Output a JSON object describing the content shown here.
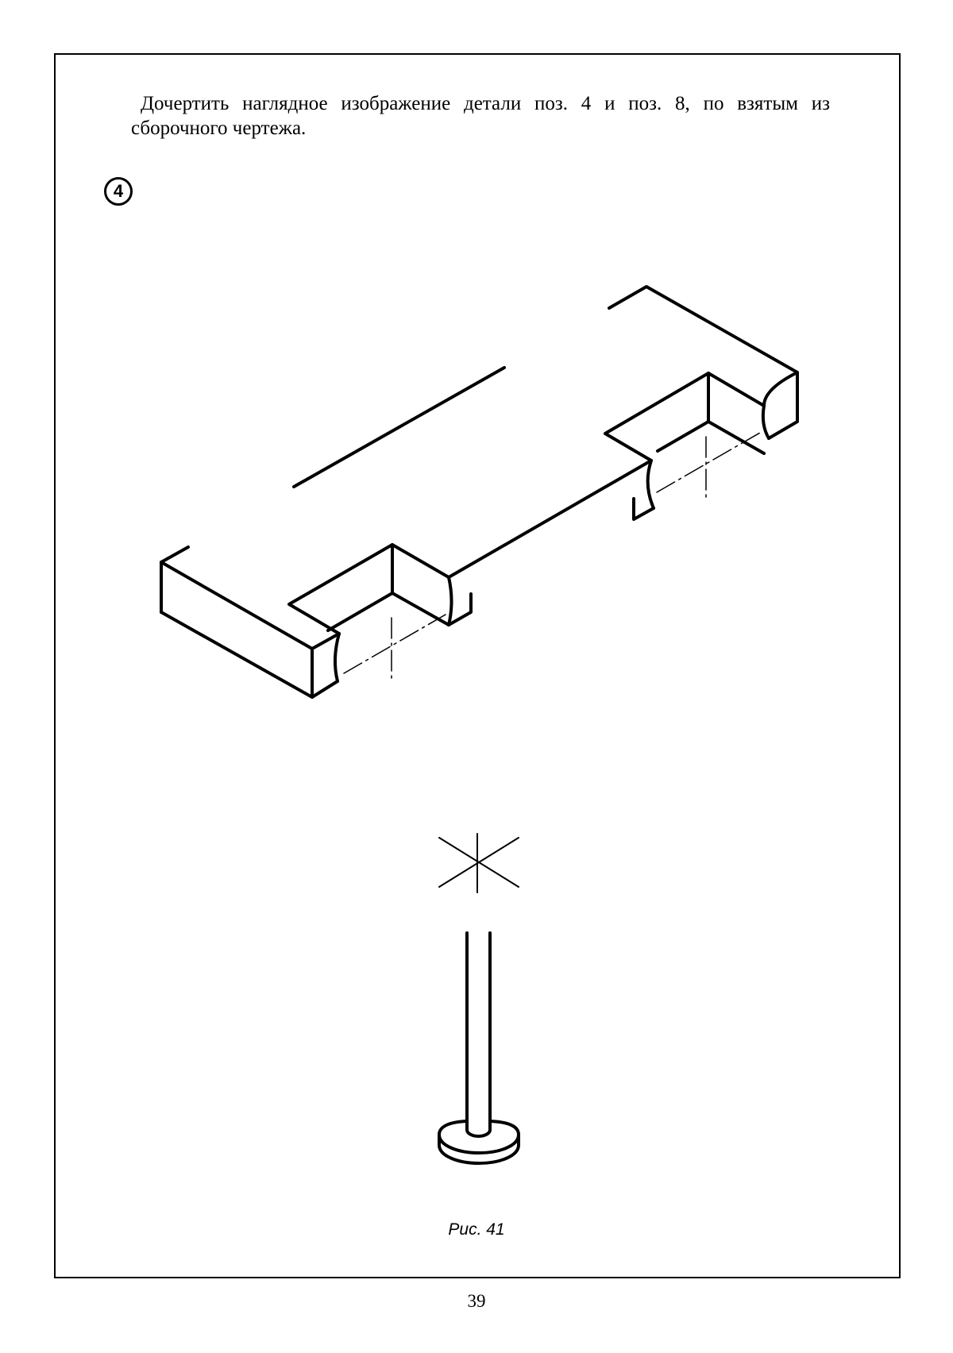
{
  "task_text": "Дочертить наглядное изображение детали поз. 4 и поз. 8, по взятым из сборочного чертежа.",
  "position_badge": "4",
  "figure_caption": "Рис. 41",
  "page_number": "39"
}
